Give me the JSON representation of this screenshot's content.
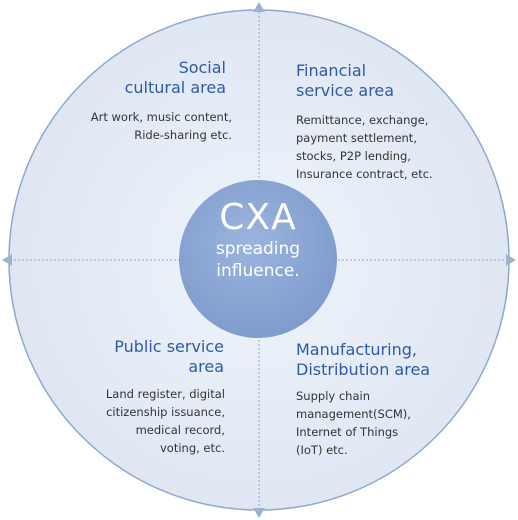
{
  "center": {
    "title": "CXA",
    "line1": "spreading",
    "line2": "influence."
  },
  "quadrants": {
    "top_left": {
      "title_line1": "Social",
      "title_line2": "cultural area",
      "body": [
        "Art work, music  content,",
        "Ride-sharing etc."
      ]
    },
    "top_right": {
      "title_line1": "Financial",
      "title_line2": "service area",
      "body": [
        "Remittance, exchange,",
        "payment settlement,",
        "stocks, P2P lending,",
        "Insurance contract, etc."
      ]
    },
    "bottom_left": {
      "title_line1": "Public service",
      "title_line2": "area",
      "body": [
        "Land register, digital",
        "citizenship issuance,",
        "medical record,",
        "voting, etc."
      ]
    },
    "bottom_right": {
      "title_line1": "Manufacturing,",
      "title_line2": "Distribution area",
      "body": [
        "Supply chain",
        "management(SCM),",
        "Internet of Things",
        "(IoT) etc."
      ]
    }
  },
  "colors": {
    "outer_fill": "#e4ebf6",
    "outer_stroke": "#8ea9cf",
    "center_fill": "#8ea9d8",
    "axis": "#9fb3d1",
    "title_text": "#2f5aa6"
  }
}
